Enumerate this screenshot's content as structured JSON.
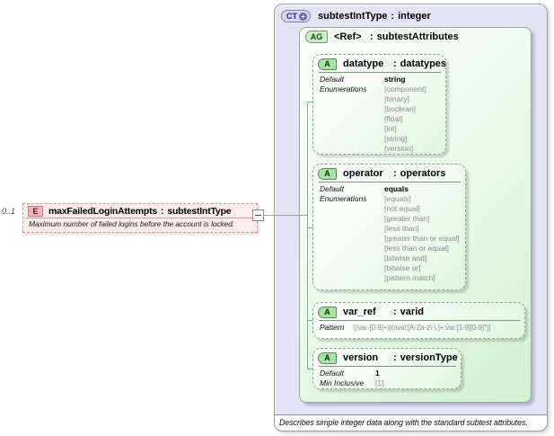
{
  "element": {
    "cardinality": "0..1",
    "badge": "E",
    "title": {
      "name": "maxFailedLoginAttempts",
      "colon": ":",
      "type": "subtestIntType"
    },
    "description": "Maximum number of failed logins before the account is locked."
  },
  "complex_type": {
    "badge": "CT",
    "plus_icon": "+",
    "title": {
      "name": "subtestIntType",
      "colon": ":",
      "type": "integer"
    },
    "footer": "Describes simple integer data along with the standard subtest attributes."
  },
  "attribute_group": {
    "badge": "AG",
    "title": {
      "name": "<Ref>",
      "colon": ":",
      "type": "subtestAttributes"
    }
  },
  "attributes": [
    {
      "badge": "A",
      "title": {
        "name": "datatype",
        "colon": ":",
        "type": "datatypes"
      },
      "facets": [
        {
          "label": "Default",
          "emphasis": true,
          "values": [
            "string"
          ]
        },
        {
          "label": "Enumerations",
          "emphasis": false,
          "values": [
            "[component]",
            "[binary]",
            "[boolean]",
            "[float]",
            "[int]",
            "[string]",
            "[version]"
          ]
        }
      ]
    },
    {
      "badge": "A",
      "title": {
        "name": "operator",
        "colon": ":",
        "type": "operators"
      },
      "facets": [
        {
          "label": "Default",
          "emphasis": true,
          "values": [
            "equals"
          ]
        },
        {
          "label": "Enumerations",
          "emphasis": false,
          "values": [
            "[equals]",
            "[not equal]",
            "[greater than]",
            "[less than]",
            "[greater than or equal]",
            "[less than or equal]",
            "[bitwise and]",
            "[bitwise or]",
            "[pattern match]"
          ]
        }
      ]
    },
    {
      "badge": "A",
      "title": {
        "name": "var_ref",
        "colon": ":",
        "type": "varid"
      },
      "facets": [
        {
          "label": "Pattern",
          "emphasis": false,
          "values": [
            "[(var-[0-9]+)|(oval:[A-Za-z\\-\\.]+:var:[1-9][0-9]*)]"
          ]
        }
      ]
    },
    {
      "badge": "A",
      "title": {
        "name": "version",
        "colon": ":",
        "type": "versionType"
      },
      "facets": [
        {
          "label": "Default",
          "emphasis": true,
          "values": [
            "1"
          ]
        },
        {
          "label": "Min Inclusive",
          "emphasis": false,
          "values": [
            "[1]"
          ]
        }
      ]
    }
  ]
}
